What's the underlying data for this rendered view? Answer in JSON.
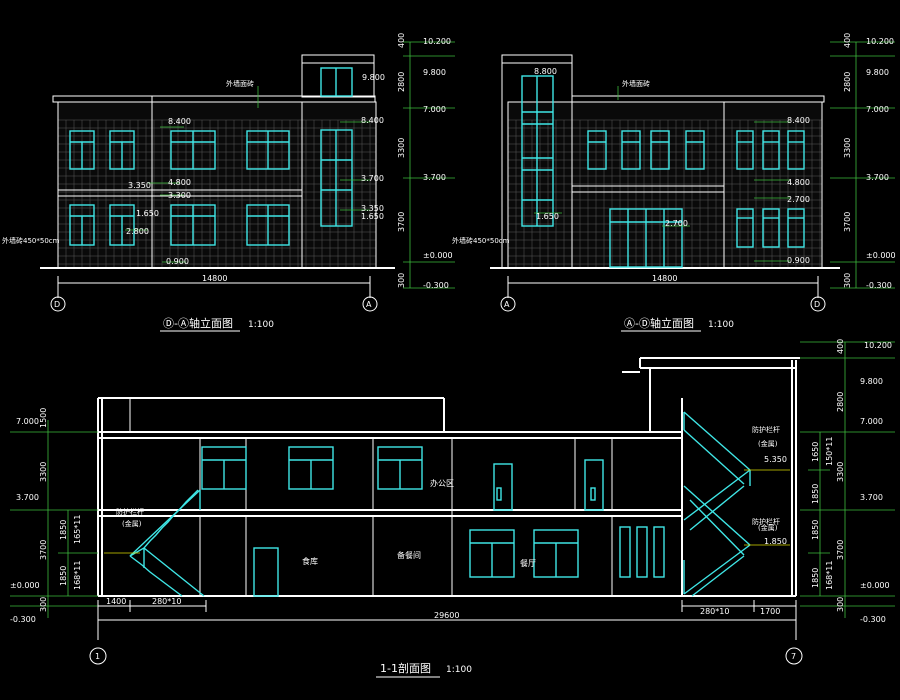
{
  "views": {
    "left_elev": {
      "title": "Ⓓ-Ⓐ轴立面图",
      "scale": "1:100",
      "axis_left": "D",
      "axis_right": "A",
      "width_dim": "14800",
      "wall_note": "外墙面砖",
      "tile_note": "外墙砖450*50cm"
    },
    "right_elev": {
      "title": "Ⓐ-Ⓓ轴立面图",
      "scale": "1:100",
      "axis_left": "A",
      "axis_right": "D",
      "width_dim": "14800",
      "wall_note": "外墙面砖",
      "tile_note": "外墙砖450*50cm"
    },
    "section": {
      "title": "1-1剖面图",
      "scale": "1:100",
      "axis_left": "1",
      "axis_right": "7",
      "width_dim": "29600"
    }
  },
  "elev_levels": [
    "10.200",
    "9.800",
    "7.000",
    "3.700",
    "±0.000",
    "-0.300"
  ],
  "elev_dims": [
    "400",
    "2800",
    "3300",
    "3700",
    "300"
  ],
  "left_marks": [
    "9.800",
    "8.400",
    "4.800",
    "3.350",
    "3.300",
    "2.800",
    "1.650",
    "0.900",
    "8.400",
    "3.700",
    "3.350",
    "1.650"
  ],
  "right_marks": [
    "8.800",
    "8.400",
    "4.800",
    "2.700",
    "2.700",
    "1.650",
    "0.900"
  ],
  "section_rooms": [
    "办公区",
    "食库",
    "备餐间",
    "餐厅"
  ],
  "section_left_levels": [
    "7.000",
    "3.700",
    "±0.000",
    "-0.300"
  ],
  "section_left_dims": [
    "1500",
    "3300",
    "3700",
    "300",
    "1850",
    "1850"
  ],
  "section_right_levels": [
    "10.200",
    "9.800",
    "7.000",
    "3.700",
    "±0.000",
    "-0.300"
  ],
  "section_right_dims": [
    "400",
    "2800",
    "3300",
    "3700",
    "300",
    "1650",
    "1850",
    "1850",
    "1850"
  ],
  "stair_steps": [
    "165*11",
    "168*11",
    "150*11",
    "168*11"
  ],
  "stair_notes": [
    "防护栏杆",
    "(金属)"
  ],
  "stair_levels": [
    "5.350",
    "1.850"
  ],
  "bottom_dims": [
    "1400",
    "280*10",
    "280*10",
    "1700"
  ]
}
